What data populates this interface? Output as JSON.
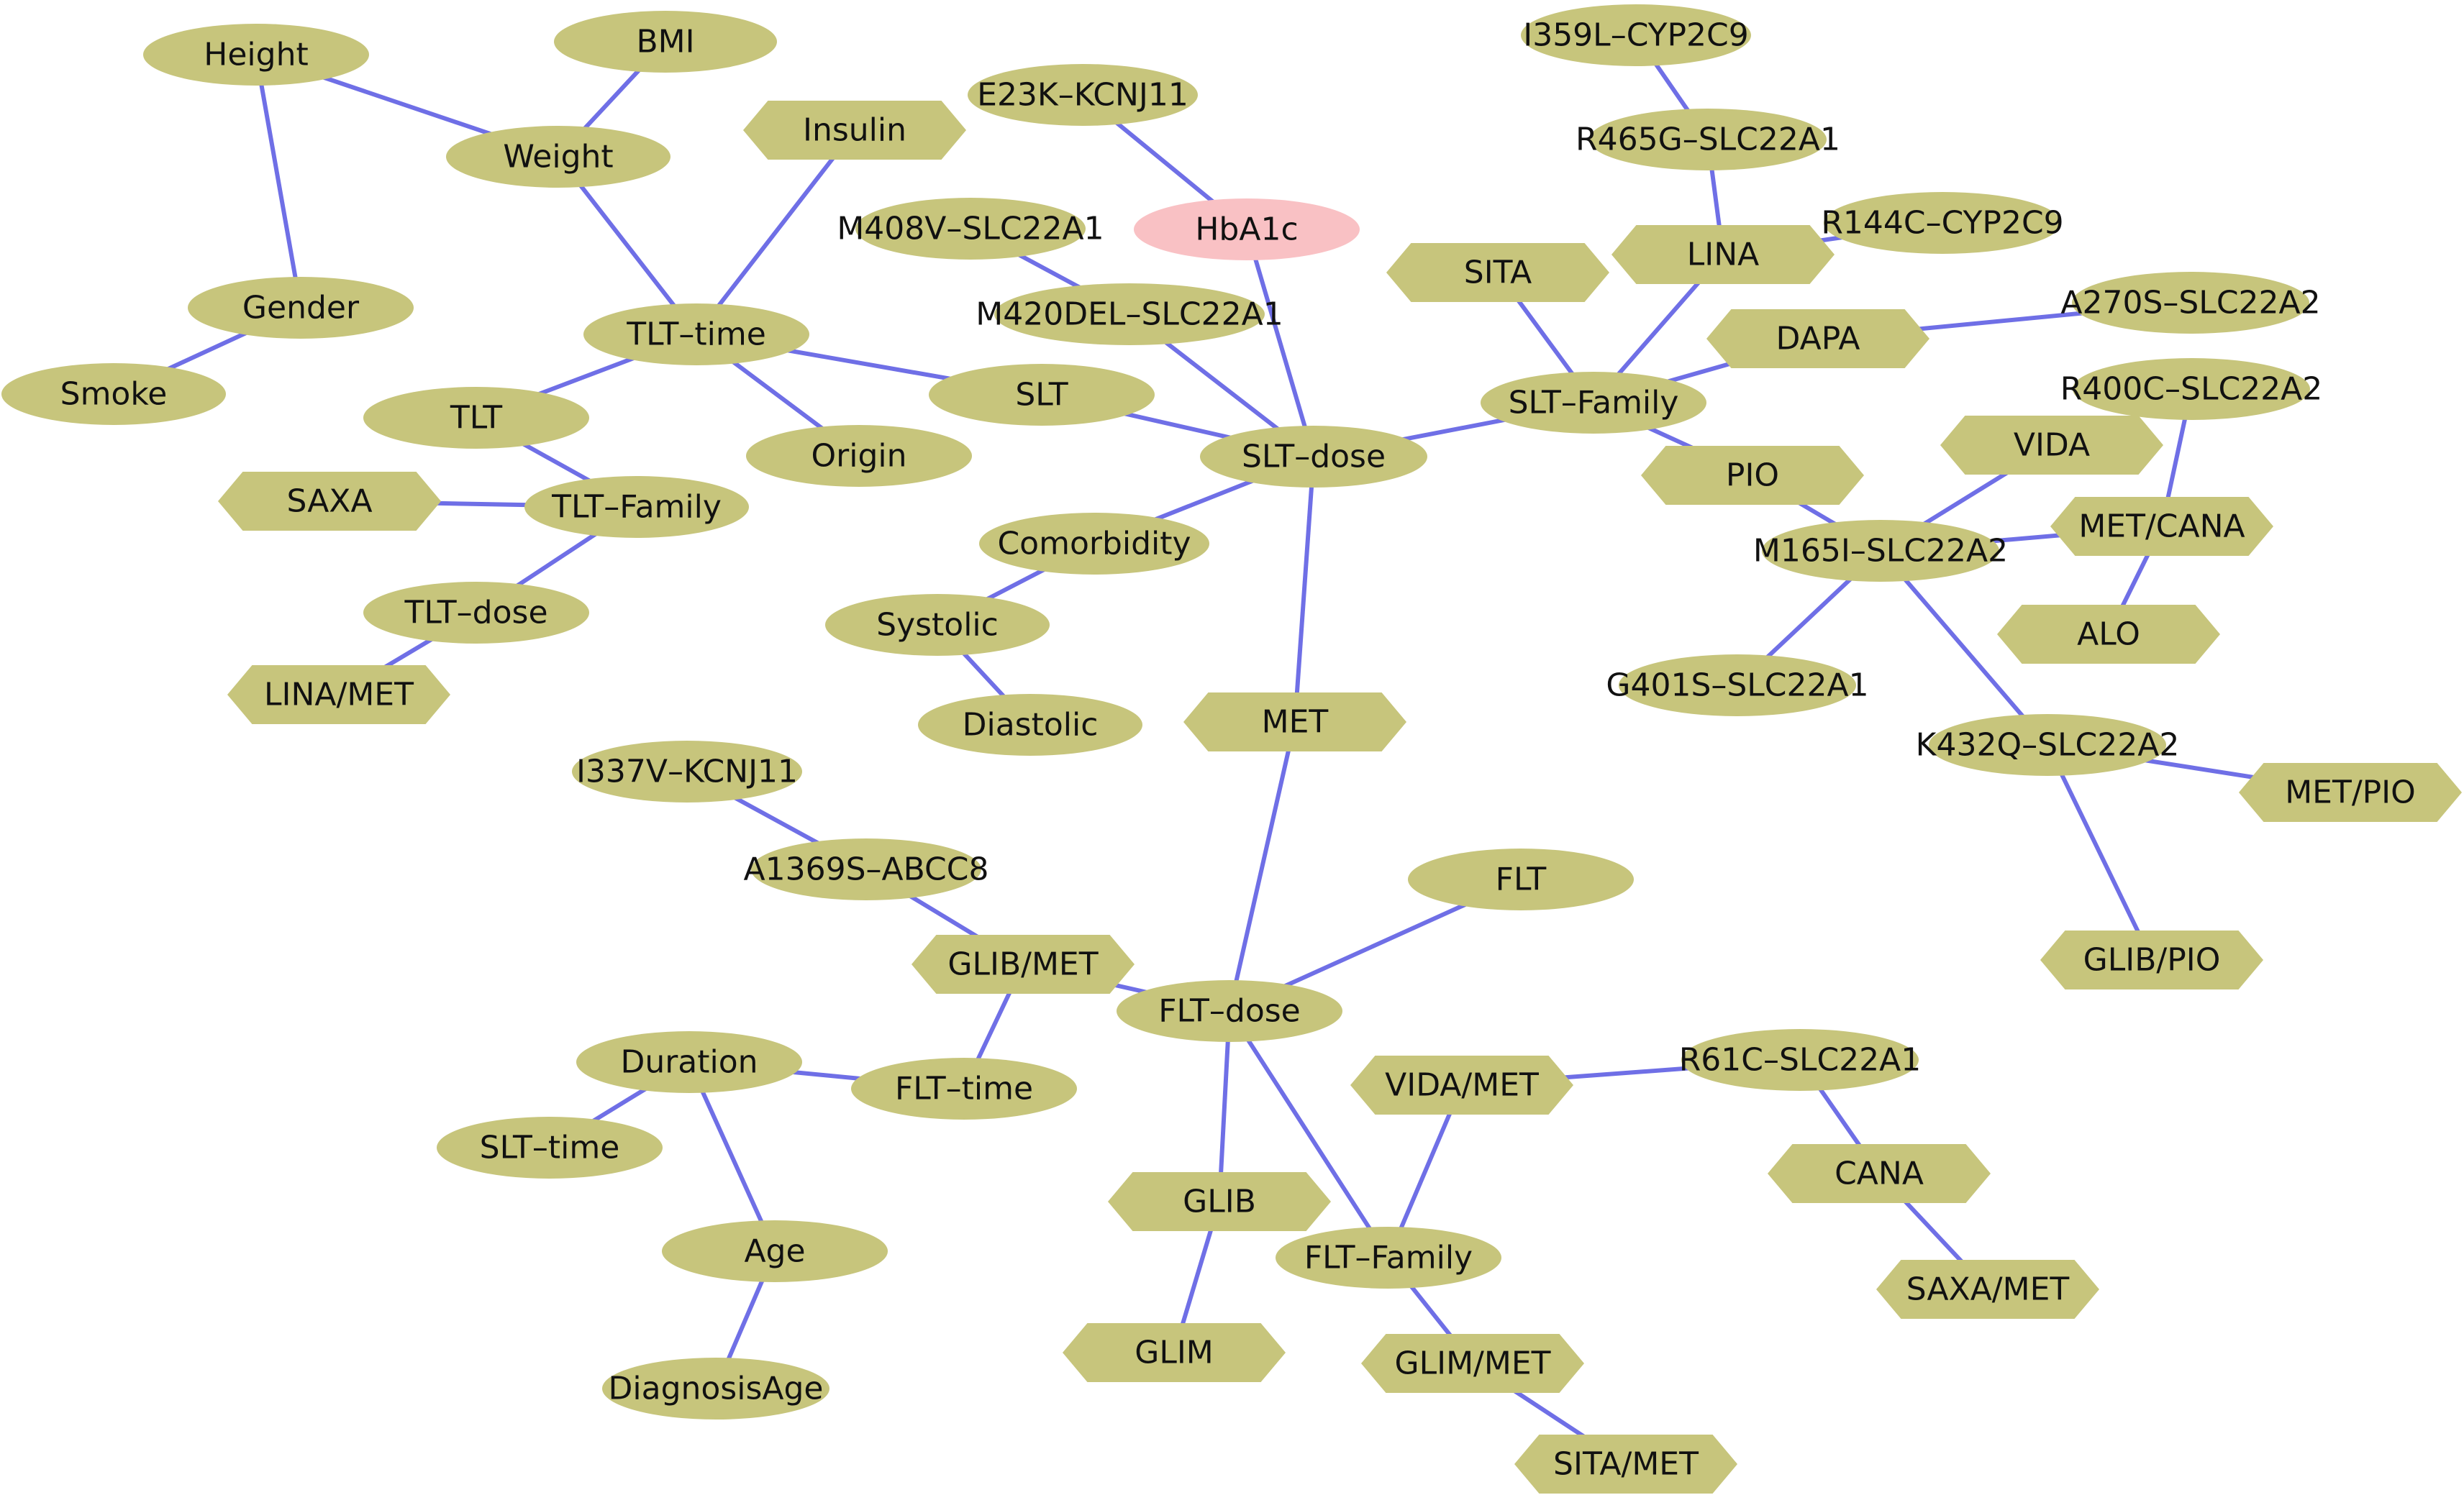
{
  "colors": {
    "node_fill": "#c7c57c",
    "target_fill": "#f9c1c4",
    "edge": "#6f6fe6"
  },
  "nodes": [
    {
      "id": "Height",
      "label": "Height",
      "shape": "ellipse"
    },
    {
      "id": "BMI",
      "label": "BMI",
      "shape": "ellipse"
    },
    {
      "id": "Weight",
      "label": "Weight",
      "shape": "ellipse"
    },
    {
      "id": "Gender",
      "label": "Gender",
      "shape": "ellipse"
    },
    {
      "id": "Smoke",
      "label": "Smoke",
      "shape": "ellipse"
    },
    {
      "id": "Insulin",
      "label": "Insulin",
      "shape": "hexagon"
    },
    {
      "id": "E23K",
      "label": "E23K–KCNJ11",
      "shape": "ellipse"
    },
    {
      "id": "HbA1c",
      "label": "HbA1c",
      "shape": "ellipse",
      "target": true
    },
    {
      "id": "M408V",
      "label": "M408V–SLC22A1",
      "shape": "ellipse"
    },
    {
      "id": "M420DEL",
      "label": "M420DEL–SLC22A1",
      "shape": "ellipse"
    },
    {
      "id": "TLT-time",
      "label": "TLT–time",
      "shape": "ellipse"
    },
    {
      "id": "TLT",
      "label": "TLT",
      "shape": "ellipse"
    },
    {
      "id": "SLT",
      "label": "SLT",
      "shape": "ellipse"
    },
    {
      "id": "Origin",
      "label": "Origin",
      "shape": "ellipse"
    },
    {
      "id": "SAXA",
      "label": "SAXA",
      "shape": "hexagon"
    },
    {
      "id": "TLT-Family",
      "label": "TLT–Family",
      "shape": "ellipse"
    },
    {
      "id": "SLT-dose",
      "label": "SLT–dose",
      "shape": "ellipse"
    },
    {
      "id": "TLT-dose",
      "label": "TLT–dose",
      "shape": "ellipse"
    },
    {
      "id": "LINA/MET",
      "label": "LINA/MET",
      "shape": "hexagon"
    },
    {
      "id": "Comorbidity",
      "label": "Comorbidity",
      "shape": "ellipse"
    },
    {
      "id": "Systolic",
      "label": "Systolic",
      "shape": "ellipse"
    },
    {
      "id": "Diastolic",
      "label": "Diastolic",
      "shape": "ellipse"
    },
    {
      "id": "I359L",
      "label": "I359L–CYP2C9",
      "shape": "ellipse"
    },
    {
      "id": "R465G",
      "label": "R465G–SLC22A1",
      "shape": "ellipse"
    },
    {
      "id": "LINA",
      "label": "LINA",
      "shape": "hexagon"
    },
    {
      "id": "R144C",
      "label": "R144C–CYP2C9",
      "shape": "ellipse"
    },
    {
      "id": "SITA",
      "label": "SITA",
      "shape": "hexagon"
    },
    {
      "id": "DAPA",
      "label": "DAPA",
      "shape": "hexagon"
    },
    {
      "id": "A270S",
      "label": "A270S–SLC22A2",
      "shape": "ellipse"
    },
    {
      "id": "SLT-Family",
      "label": "SLT–Family",
      "shape": "ellipse"
    },
    {
      "id": "R400C",
      "label": "R400C–SLC22A2",
      "shape": "ellipse"
    },
    {
      "id": "VIDA",
      "label": "VIDA",
      "shape": "hexagon"
    },
    {
      "id": "PIO",
      "label": "PIO",
      "shape": "hexagon"
    },
    {
      "id": "MET/CANA",
      "label": "MET/CANA",
      "shape": "hexagon"
    },
    {
      "id": "M165I",
      "label": "M165I–SLC22A2",
      "shape": "ellipse"
    },
    {
      "id": "ALO",
      "label": "ALO",
      "shape": "hexagon"
    },
    {
      "id": "G401S",
      "label": "G401S–SLC22A1",
      "shape": "ellipse"
    },
    {
      "id": "K432Q",
      "label": "K432Q–SLC22A2",
      "shape": "ellipse"
    },
    {
      "id": "MET/PIO",
      "label": "MET/PIO",
      "shape": "hexagon"
    },
    {
      "id": "GLIB/PIO",
      "label": "GLIB/PIO",
      "shape": "hexagon"
    },
    {
      "id": "MET",
      "label": "MET",
      "shape": "hexagon"
    },
    {
      "id": "I337V",
      "label": "I337V–KCNJ11",
      "shape": "ellipse"
    },
    {
      "id": "A1369S",
      "label": "A1369S–ABCC8",
      "shape": "ellipse"
    },
    {
      "id": "GLIB/MET",
      "label": "GLIB/MET",
      "shape": "hexagon"
    },
    {
      "id": "FLT",
      "label": "FLT",
      "shape": "ellipse"
    },
    {
      "id": "FLT-dose",
      "label": "FLT–dose",
      "shape": "ellipse"
    },
    {
      "id": "Duration",
      "label": "Duration",
      "shape": "ellipse"
    },
    {
      "id": "FLT-time",
      "label": "FLT–time",
      "shape": "ellipse"
    },
    {
      "id": "SLT-time",
      "label": "SLT–time",
      "shape": "ellipse"
    },
    {
      "id": "VIDA/MET",
      "label": "VIDA/MET",
      "shape": "hexagon"
    },
    {
      "id": "R61C",
      "label": "R61C–SLC22A1",
      "shape": "ellipse"
    },
    {
      "id": "CANA",
      "label": "CANA",
      "shape": "hexagon"
    },
    {
      "id": "Age",
      "label": "Age",
      "shape": "ellipse"
    },
    {
      "id": "GLIB",
      "label": "GLIB",
      "shape": "hexagon"
    },
    {
      "id": "FLT-Family",
      "label": "FLT–Family",
      "shape": "ellipse"
    },
    {
      "id": "SAXA/MET",
      "label": "SAXA/MET",
      "shape": "hexagon"
    },
    {
      "id": "GLIM",
      "label": "GLIM",
      "shape": "hexagon"
    },
    {
      "id": "GLIM/MET",
      "label": "GLIM/MET",
      "shape": "hexagon"
    },
    {
      "id": "DiagnosisAge",
      "label": "DiagnosisAge",
      "shape": "ellipse"
    },
    {
      "id": "SITA/MET",
      "label": "SITA/MET",
      "shape": "hexagon"
    }
  ],
  "edges": [
    [
      "Height",
      "Weight"
    ],
    [
      "Height",
      "Gender"
    ],
    [
      "BMI",
      "Weight"
    ],
    [
      "Weight",
      "TLT-time"
    ],
    [
      "Gender",
      "Smoke"
    ],
    [
      "Insulin",
      "TLT-time"
    ],
    [
      "TLT-time",
      "TLT"
    ],
    [
      "TLT-time",
      "SLT"
    ],
    [
      "TLT-time",
      "Origin"
    ],
    [
      "TLT",
      "TLT-Family"
    ],
    [
      "SAXA",
      "TLT-Family"
    ],
    [
      "TLT-Family",
      "TLT-dose"
    ],
    [
      "TLT-dose",
      "LINA/MET"
    ],
    [
      "E23K",
      "HbA1c"
    ],
    [
      "HbA1c",
      "SLT-dose"
    ],
    [
      "M408V",
      "M420DEL"
    ],
    [
      "M420DEL",
      "SLT-dose"
    ],
    [
      "SLT",
      "SLT-dose"
    ],
    [
      "SLT-dose",
      "Comorbidity"
    ],
    [
      "Comorbidity",
      "Systolic"
    ],
    [
      "Systolic",
      "Diastolic"
    ],
    [
      "SLT-dose",
      "SLT-Family"
    ],
    [
      "SLT-dose",
      "MET"
    ],
    [
      "I359L",
      "R465G"
    ],
    [
      "R465G",
      "LINA"
    ],
    [
      "LINA",
      "R144C"
    ],
    [
      "LINA",
      "SLT-Family"
    ],
    [
      "SITA",
      "SLT-Family"
    ],
    [
      "DAPA",
      "SLT-Family"
    ],
    [
      "DAPA",
      "A270S"
    ],
    [
      "SLT-Family",
      "PIO"
    ],
    [
      "PIO",
      "M165I"
    ],
    [
      "VIDA",
      "M165I"
    ],
    [
      "M165I",
      "MET/CANA"
    ],
    [
      "R400C",
      "MET/CANA"
    ],
    [
      "MET/CANA",
      "ALO"
    ],
    [
      "M165I",
      "G401S"
    ],
    [
      "M165I",
      "K432Q"
    ],
    [
      "K432Q",
      "MET/PIO"
    ],
    [
      "K432Q",
      "GLIB/PIO"
    ],
    [
      "MET",
      "FLT-dose"
    ],
    [
      "I337V",
      "A1369S"
    ],
    [
      "A1369S",
      "GLIB/MET"
    ],
    [
      "GLIB/MET",
      "FLT-dose"
    ],
    [
      "GLIB/MET",
      "FLT-time"
    ],
    [
      "FLT",
      "FLT-dose"
    ],
    [
      "Duration",
      "FLT-time"
    ],
    [
      "Duration",
      "SLT-time"
    ],
    [
      "Duration",
      "Age"
    ],
    [
      "Age",
      "DiagnosisAge"
    ],
    [
      "FLT-dose",
      "GLIB"
    ],
    [
      "FLT-dose",
      "FLT-Family"
    ],
    [
      "GLIB",
      "GLIM"
    ],
    [
      "VIDA/MET",
      "FLT-Family"
    ],
    [
      "VIDA/MET",
      "R61C"
    ],
    [
      "R61C",
      "CANA"
    ],
    [
      "CANA",
      "SAXA/MET"
    ],
    [
      "FLT-Family",
      "GLIM/MET"
    ],
    [
      "GLIM/MET",
      "SITA/MET"
    ]
  ]
}
